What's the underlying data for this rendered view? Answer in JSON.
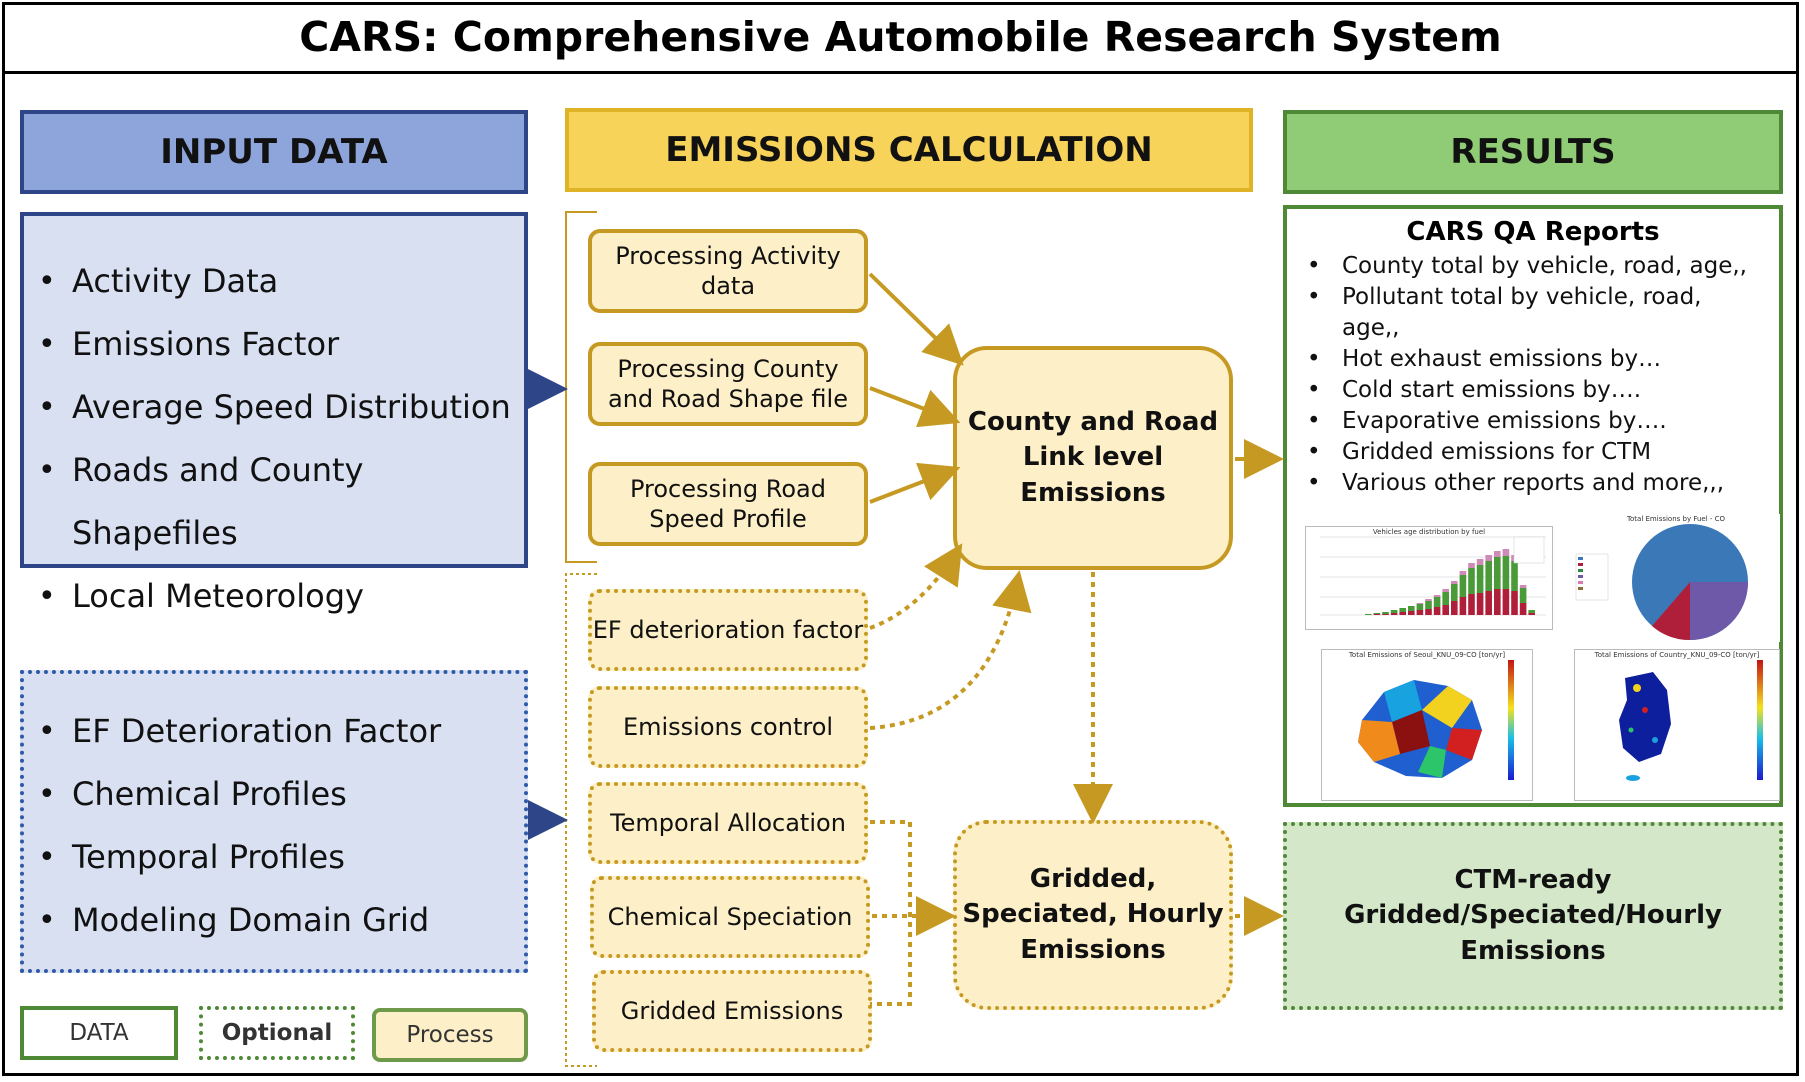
{
  "title": "CARS: Comprehensive Automobile Research System",
  "headers": {
    "input": "INPUT DATA",
    "calc": "EMISSIONS CALCULATION",
    "results": "RESULTS"
  },
  "input_items": [
    "Activity Data",
    "Emissions Factor",
    "Average Speed Distribution",
    "Roads and County Shapefiles",
    "Local Meteorology"
  ],
  "optional_items": [
    "EF Deterioration Factor",
    "Chemical Profiles",
    "Temporal Profiles",
    "Modeling Domain Grid"
  ],
  "process_boxes": [
    "Processing Activity data",
    "Processing County and Road Shape file",
    "Processing Road Speed Profile"
  ],
  "optional_process_boxes": [
    "EF deterioration factor",
    "Emissions control",
    "Temporal Allocation",
    "Chemical Speciation",
    "Gridded Emissions"
  ],
  "county_road_box": "County and Road Link level Emissions",
  "gridded_box": "Gridded, Speciated, Hourly Emissions",
  "qa": {
    "title": "CARS QA Reports",
    "items": [
      "County total by vehicle, road, age,,",
      "Pollutant total by vehicle, road, age,,",
      "Hot exhaust emissions by…",
      "Cold start emissions by….",
      "Evaporative emissions by….",
      "Gridded emissions for CTM",
      "Various other reports and more,,,"
    ],
    "thumbs": {
      "bar_title": "Vehicles age distribution by fuel",
      "pie_title": "Total Emissions by Fuel - CO",
      "map1_title": "Total Emissions of Seoul_KNU_09-CO [ton/yr]",
      "map2_title": "Total Emissions of Country_KNU_09-CO [ton/yr]"
    }
  },
  "ctm_box": "CTM-ready Gridded/Speciated/Hourly Emissions",
  "legend": {
    "data": "DATA",
    "optional": "Optional",
    "process": "Process"
  },
  "colors": {
    "input_blue": "#2e4587",
    "calc_gold": "#c69a22",
    "results_green": "#4e8a36"
  }
}
